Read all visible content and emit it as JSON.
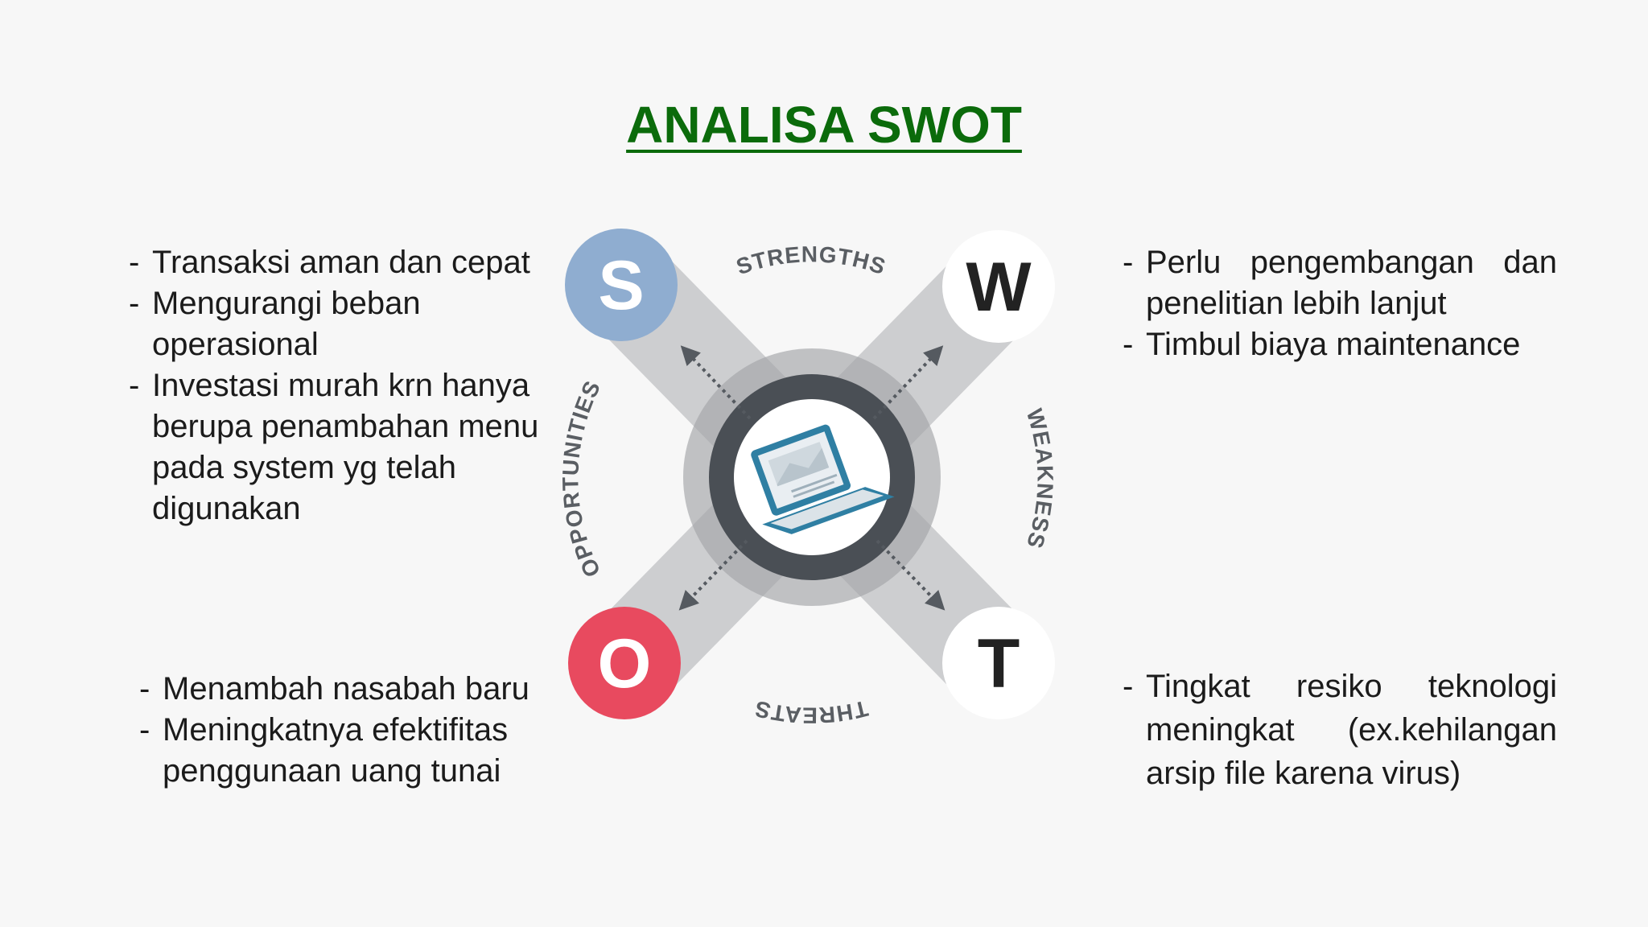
{
  "title": "ANALISA SWOT",
  "quadrants": {
    "s": {
      "letter": "S",
      "label": "STRENGTHS",
      "color": "#8fadd0",
      "items": [
        "Transaksi aman dan cepat",
        "Mengurangi beban operasional",
        "Investasi murah krn hanya berupa penambahan menu pada system yg telah digunakan"
      ]
    },
    "w": {
      "letter": "W",
      "label": "WEAKNESS",
      "color": "#ffffff",
      "items": [
        "Perlu pengembangan dan penelitian lebih lanjut",
        "Timbul biaya maintenance"
      ]
    },
    "o": {
      "letter": "O",
      "label": "OPPORTUNITIES",
      "color": "#e84a5f",
      "items": [
        "Menambah nasabah baru",
        "Meningkatnya efektifitas penggunaan uang tunai"
      ]
    },
    "t": {
      "letter": "T",
      "label": "THREATS",
      "color": "#ffffff",
      "items": [
        "Tingkat resiko teknologi meningkat (ex.kehilangan arsip file karena virus)"
      ]
    }
  },
  "center_icon": "laptop-document-icon"
}
